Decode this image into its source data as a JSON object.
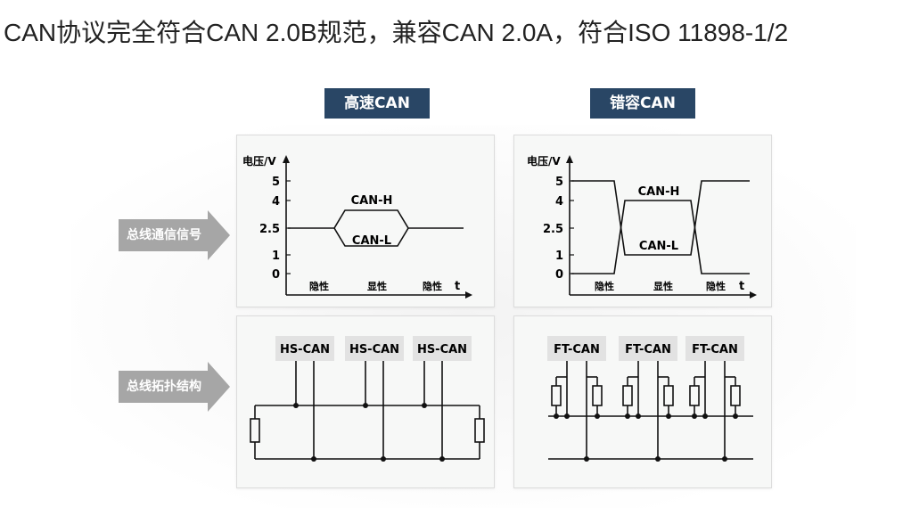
{
  "page_title": "CAN协议完全符合CAN 2.0B规范，兼容CAN 2.0A，符合ISO 11898-1/2",
  "columns": {
    "high_speed": {
      "header": "高速CAN"
    },
    "fault_tolerant": {
      "header": "错容CAN"
    }
  },
  "row_labels": {
    "bus_signal": "总线通信信号",
    "bus_topology": "总线拓扑结构"
  },
  "signal_chart": {
    "y_axis_label": "电压/V",
    "y_ticks": [
      "5",
      "4",
      "2.5",
      "1",
      "0"
    ],
    "x_axis_label": "t",
    "x_labels": [
      "隐性",
      "显性",
      "隐性"
    ],
    "can_h_label": "CAN-H",
    "can_l_label": "CAN-L"
  },
  "topology": {
    "hs_nodes": [
      "HS-CAN",
      "HS-CAN",
      "HS-CAN"
    ],
    "ft_nodes": [
      "FT-CAN",
      "FT-CAN",
      "FT-CAN"
    ]
  },
  "colors": {
    "header_bg": "#294665",
    "arrow_fill": "#a6a6a6",
    "node_box": "#e2e2e2",
    "line": "#111111"
  },
  "chart_data": [
    {
      "type": "line",
      "title": "",
      "ylabel": "电压/V",
      "xlabel": "t",
      "yticks": [
        0,
        1,
        2.5,
        4,
        5
      ],
      "categories": [
        "隐性",
        "显性",
        "隐性"
      ],
      "series": [
        {
          "name": "CAN-H",
          "values": [
            2.5,
            3.5,
            2.5
          ]
        },
        {
          "name": "CAN-L",
          "values": [
            2.5,
            1.5,
            2.5
          ]
        }
      ]
    },
    {
      "type": "line",
      "title": "",
      "ylabel": "电压/V",
      "xlabel": "t",
      "yticks": [
        0,
        1,
        2.5,
        4,
        5
      ],
      "categories": [
        "隐性",
        "显性",
        "隐性"
      ],
      "series": [
        {
          "name": "CAN-H",
          "values": [
            0,
            4,
            0
          ]
        },
        {
          "name": "CAN-L",
          "values": [
            5,
            1,
            5
          ]
        }
      ]
    }
  ]
}
